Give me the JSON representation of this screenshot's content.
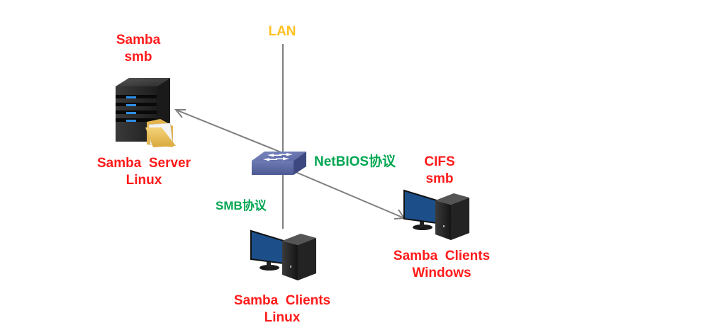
{
  "diagram": {
    "title": "Samba network topology",
    "colors": {
      "label_red": "#ff1a1a",
      "label_green": "#00a651",
      "label_orange": "#ffc020",
      "link_line": "#7f7f7f",
      "switch_blue": "#5b6aa6",
      "monitor_screen": "#1c4f8a",
      "tower_dark": "#2b2b2b"
    },
    "nodes": {
      "lan": {
        "label": "LAN"
      },
      "server": {
        "title_line1": "Samba",
        "title_line2": "smb",
        "caption_line1": "Samba  Server",
        "caption_line2": "Linux",
        "icon": "server-tower-with-folder"
      },
      "switch": {
        "icon": "network-switch"
      },
      "linux_client": {
        "caption_line1": "Samba  Clients",
        "caption_line2": "Linux",
        "icon": "desktop-computer"
      },
      "windows_client": {
        "caption_line1": "Samba  Clients",
        "caption_line2": "Windows",
        "icon": "desktop-computer"
      }
    },
    "protocols": {
      "netbios": "NetBIOS协议",
      "cifs": "CIFS",
      "smb_windows": "smb",
      "smb_linux": "SMB协议"
    },
    "links": [
      {
        "from": "switch",
        "to": "lan",
        "arrow": false
      },
      {
        "from": "switch",
        "to": "server",
        "arrow": true
      },
      {
        "from": "switch",
        "to": "windows_client",
        "arrow": true
      },
      {
        "from": "switch",
        "to": "linux_client",
        "arrow": false
      }
    ]
  }
}
